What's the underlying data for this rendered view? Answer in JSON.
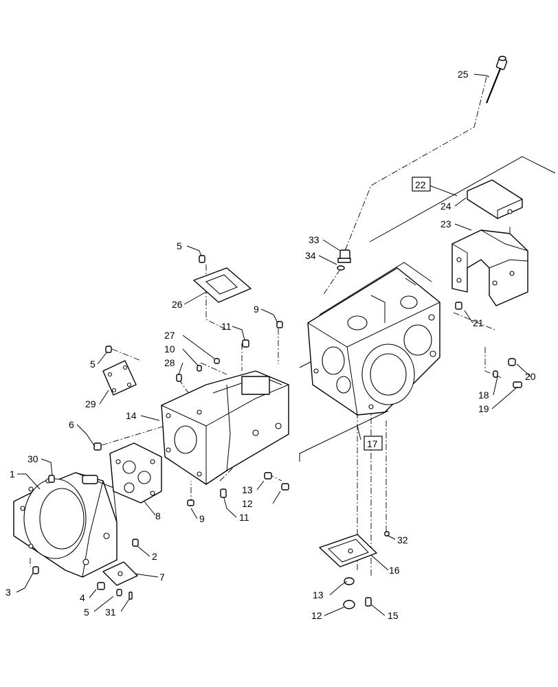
{
  "diagram": {
    "callouts": [
      {
        "id": "c1",
        "text": "1"
      },
      {
        "id": "c2",
        "text": "2"
      },
      {
        "id": "c3",
        "text": "3"
      },
      {
        "id": "c4",
        "text": "4"
      },
      {
        "id": "c5a",
        "text": "5"
      },
      {
        "id": "c5b",
        "text": "5"
      },
      {
        "id": "c5c",
        "text": "5"
      },
      {
        "id": "c6",
        "text": "6"
      },
      {
        "id": "c7",
        "text": "7"
      },
      {
        "id": "c8",
        "text": "8"
      },
      {
        "id": "c9a",
        "text": "9"
      },
      {
        "id": "c9b",
        "text": "9"
      },
      {
        "id": "c10",
        "text": "10"
      },
      {
        "id": "c11a",
        "text": "11"
      },
      {
        "id": "c11b",
        "text": "11"
      },
      {
        "id": "c12a",
        "text": "12"
      },
      {
        "id": "c12b",
        "text": "12"
      },
      {
        "id": "c13a",
        "text": "13"
      },
      {
        "id": "c13b",
        "text": "13"
      },
      {
        "id": "c14",
        "text": "14"
      },
      {
        "id": "c15",
        "text": "15"
      },
      {
        "id": "c16",
        "text": "16"
      },
      {
        "id": "c17",
        "text": "17"
      },
      {
        "id": "c18",
        "text": "18"
      },
      {
        "id": "c19",
        "text": "19"
      },
      {
        "id": "c20",
        "text": "20"
      },
      {
        "id": "c21",
        "text": "21"
      },
      {
        "id": "c22",
        "text": "22"
      },
      {
        "id": "c23",
        "text": "23"
      },
      {
        "id": "c24",
        "text": "24"
      },
      {
        "id": "c25",
        "text": "25"
      },
      {
        "id": "c26",
        "text": "26"
      },
      {
        "id": "c27",
        "text": "27"
      },
      {
        "id": "c28",
        "text": "28"
      },
      {
        "id": "c29",
        "text": "29"
      },
      {
        "id": "c30",
        "text": "30"
      },
      {
        "id": "c31",
        "text": "31"
      },
      {
        "id": "c32",
        "text": "32"
      },
      {
        "id": "c33",
        "text": "33"
      },
      {
        "id": "c34",
        "text": "34"
      }
    ]
  }
}
